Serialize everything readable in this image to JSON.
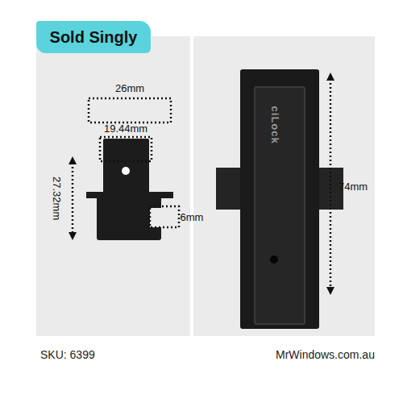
{
  "diagram": {
    "nodes": [
      {
        "text": [
          "Sold Singly"
        ]
      }
    ],
    "labels": [
      "26mm",
      "19.44mm",
      "27.32mm",
      "6mm",
      "74mm",
      "ciLock",
      "SKU: 6399",
      "MrWindows.com.au"
    ]
  }
}
